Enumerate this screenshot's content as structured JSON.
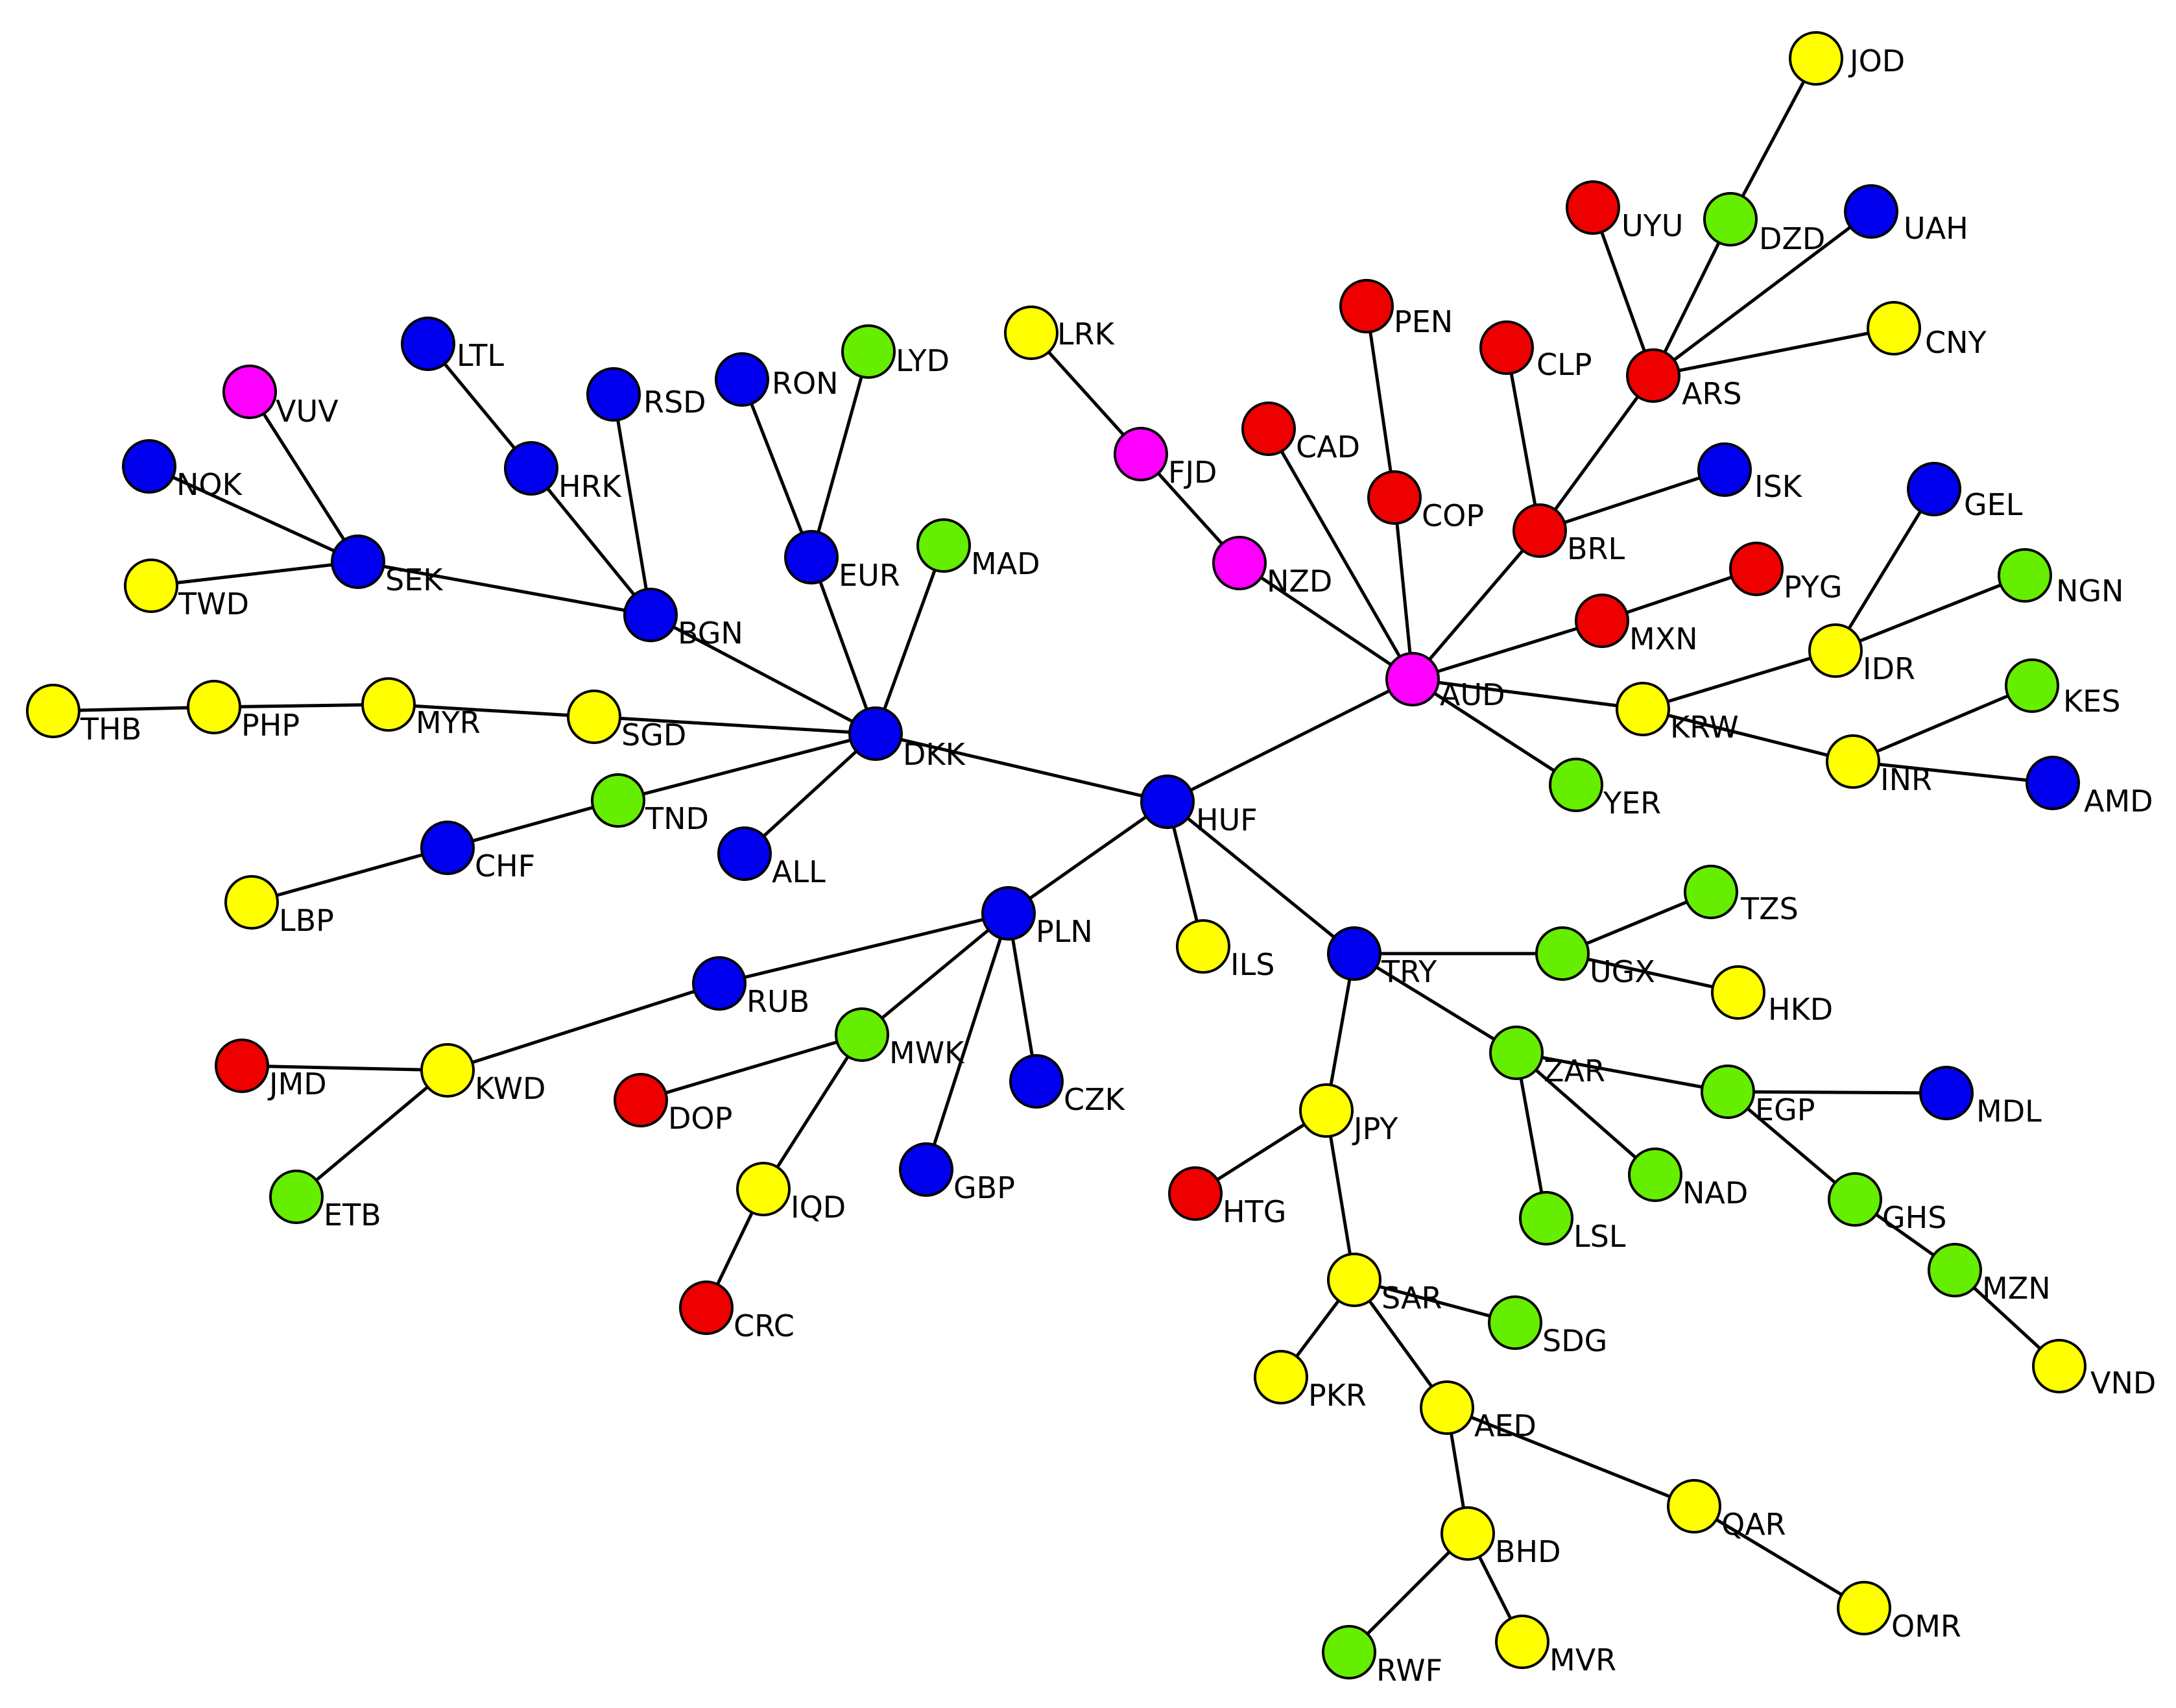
{
  "colors": {
    "blue": "#0000ee",
    "red": "#ee0000",
    "yellow": "#ffff00",
    "green": "#66ee00",
    "magenta": "#ff00ff"
  },
  "nodes": [
    {
      "id": "HUF",
      "color": "blue"
    },
    {
      "id": "DKK",
      "color": "blue"
    },
    {
      "id": "AUD",
      "color": "magenta"
    },
    {
      "id": "PLN",
      "color": "blue"
    },
    {
      "id": "TRY",
      "color": "blue"
    },
    {
      "id": "ILS",
      "color": "yellow"
    },
    {
      "id": "EUR",
      "color": "blue"
    },
    {
      "id": "RON",
      "color": "blue"
    },
    {
      "id": "LYD",
      "color": "green"
    },
    {
      "id": "MAD",
      "color": "green"
    },
    {
      "id": "BGN",
      "color": "blue"
    },
    {
      "id": "HRK",
      "color": "blue"
    },
    {
      "id": "LTL",
      "color": "blue"
    },
    {
      "id": "RSD",
      "color": "blue"
    },
    {
      "id": "SEK",
      "color": "blue"
    },
    {
      "id": "VUV",
      "color": "magenta"
    },
    {
      "id": "NOK",
      "color": "blue"
    },
    {
      "id": "TWD",
      "color": "yellow"
    },
    {
      "id": "SGD",
      "color": "yellow"
    },
    {
      "id": "MYR",
      "color": "yellow"
    },
    {
      "id": "PHP",
      "color": "yellow"
    },
    {
      "id": "THB",
      "color": "yellow"
    },
    {
      "id": "TND",
      "color": "green"
    },
    {
      "id": "CHF",
      "color": "blue"
    },
    {
      "id": "LBP",
      "color": "yellow"
    },
    {
      "id": "ALL",
      "color": "blue"
    },
    {
      "id": "RUB",
      "color": "blue"
    },
    {
      "id": "KWD",
      "color": "yellow"
    },
    {
      "id": "JMD",
      "color": "red"
    },
    {
      "id": "ETB",
      "color": "green"
    },
    {
      "id": "MWK",
      "color": "green"
    },
    {
      "id": "DOP",
      "color": "red"
    },
    {
      "id": "IQD",
      "color": "yellow"
    },
    {
      "id": "CRC",
      "color": "red"
    },
    {
      "id": "CZK",
      "color": "blue"
    },
    {
      "id": "GBP",
      "color": "blue"
    },
    {
      "id": "NZD",
      "color": "magenta"
    },
    {
      "id": "FJD",
      "color": "magenta"
    },
    {
      "id": "LRK",
      "color": "yellow"
    },
    {
      "id": "CAD",
      "color": "red"
    },
    {
      "id": "COP",
      "color": "red"
    },
    {
      "id": "PEN",
      "color": "red"
    },
    {
      "id": "BRL",
      "color": "red"
    },
    {
      "id": "CLP",
      "color": "red"
    },
    {
      "id": "ISK",
      "color": "blue"
    },
    {
      "id": "ARS",
      "color": "red"
    },
    {
      "id": "UYU",
      "color": "red"
    },
    {
      "id": "DZD",
      "color": "green"
    },
    {
      "id": "JOD",
      "color": "yellow"
    },
    {
      "id": "UAH",
      "color": "blue"
    },
    {
      "id": "CNY",
      "color": "yellow"
    },
    {
      "id": "MXN",
      "color": "red"
    },
    {
      "id": "PYG",
      "color": "red"
    },
    {
      "id": "KRW",
      "color": "yellow"
    },
    {
      "id": "IDR",
      "color": "yellow"
    },
    {
      "id": "GEL",
      "color": "blue"
    },
    {
      "id": "NGN",
      "color": "green"
    },
    {
      "id": "INR",
      "color": "yellow"
    },
    {
      "id": "KES",
      "color": "green"
    },
    {
      "id": "AMD",
      "color": "blue"
    },
    {
      "id": "YER",
      "color": "green"
    },
    {
      "id": "UGX",
      "color": "green"
    },
    {
      "id": "TZS",
      "color": "green"
    },
    {
      "id": "HKD",
      "color": "yellow"
    },
    {
      "id": "ZAR",
      "color": "green"
    },
    {
      "id": "LSL",
      "color": "green"
    },
    {
      "id": "NAD",
      "color": "green"
    },
    {
      "id": "EGP",
      "color": "green"
    },
    {
      "id": "MDL",
      "color": "blue"
    },
    {
      "id": "GHS",
      "color": "green"
    },
    {
      "id": "MZN",
      "color": "green"
    },
    {
      "id": "VND",
      "color": "yellow"
    },
    {
      "id": "JPY",
      "color": "yellow"
    },
    {
      "id": "HTG",
      "color": "red"
    },
    {
      "id": "SAR",
      "color": "yellow"
    },
    {
      "id": "SDG",
      "color": "green"
    },
    {
      "id": "PKR",
      "color": "yellow"
    },
    {
      "id": "AED",
      "color": "yellow"
    },
    {
      "id": "QAR",
      "color": "yellow"
    },
    {
      "id": "OMR",
      "color": "yellow"
    },
    {
      "id": "BHD",
      "color": "yellow"
    },
    {
      "id": "RWF",
      "color": "green"
    },
    {
      "id": "MVR",
      "color": "yellow"
    }
  ],
  "edges": [
    [
      "HUF",
      "DKK"
    ],
    [
      "HUF",
      "AUD"
    ],
    [
      "HUF",
      "PLN"
    ],
    [
      "HUF",
      "TRY"
    ],
    [
      "HUF",
      "ILS"
    ],
    [
      "DKK",
      "EUR"
    ],
    [
      "EUR",
      "RON"
    ],
    [
      "EUR",
      "LYD"
    ],
    [
      "DKK",
      "MAD"
    ],
    [
      "DKK",
      "BGN"
    ],
    [
      "BGN",
      "HRK"
    ],
    [
      "HRK",
      "LTL"
    ],
    [
      "BGN",
      "RSD"
    ],
    [
      "BGN",
      "SEK"
    ],
    [
      "SEK",
      "VUV"
    ],
    [
      "SEK",
      "NOK"
    ],
    [
      "SEK",
      "TWD"
    ],
    [
      "DKK",
      "SGD"
    ],
    [
      "SGD",
      "MYR"
    ],
    [
      "MYR",
      "PHP"
    ],
    [
      "PHP",
      "THB"
    ],
    [
      "DKK",
      "TND"
    ],
    [
      "TND",
      "CHF"
    ],
    [
      "CHF",
      "LBP"
    ],
    [
      "DKK",
      "ALL"
    ],
    [
      "PLN",
      "RUB"
    ],
    [
      "RUB",
      "KWD"
    ],
    [
      "KWD",
      "JMD"
    ],
    [
      "KWD",
      "ETB"
    ],
    [
      "PLN",
      "MWK"
    ],
    [
      "MWK",
      "DOP"
    ],
    [
      "MWK",
      "IQD"
    ],
    [
      "IQD",
      "CRC"
    ],
    [
      "PLN",
      "CZK"
    ],
    [
      "PLN",
      "GBP"
    ],
    [
      "AUD",
      "NZD"
    ],
    [
      "NZD",
      "FJD"
    ],
    [
      "FJD",
      "LRK"
    ],
    [
      "AUD",
      "CAD"
    ],
    [
      "AUD",
      "COP"
    ],
    [
      "COP",
      "PEN"
    ],
    [
      "AUD",
      "BRL"
    ],
    [
      "BRL",
      "CLP"
    ],
    [
      "BRL",
      "ISK"
    ],
    [
      "BRL",
      "ARS"
    ],
    [
      "ARS",
      "UYU"
    ],
    [
      "ARS",
      "DZD"
    ],
    [
      "DZD",
      "JOD"
    ],
    [
      "ARS",
      "UAH"
    ],
    [
      "ARS",
      "CNY"
    ],
    [
      "AUD",
      "MXN"
    ],
    [
      "MXN",
      "PYG"
    ],
    [
      "AUD",
      "KRW"
    ],
    [
      "KRW",
      "IDR"
    ],
    [
      "IDR",
      "GEL"
    ],
    [
      "IDR",
      "NGN"
    ],
    [
      "KRW",
      "INR"
    ],
    [
      "INR",
      "KES"
    ],
    [
      "INR",
      "AMD"
    ],
    [
      "AUD",
      "YER"
    ],
    [
      "TRY",
      "UGX"
    ],
    [
      "UGX",
      "TZS"
    ],
    [
      "UGX",
      "HKD"
    ],
    [
      "TRY",
      "ZAR"
    ],
    [
      "ZAR",
      "LSL"
    ],
    [
      "ZAR",
      "NAD"
    ],
    [
      "ZAR",
      "EGP"
    ],
    [
      "EGP",
      "MDL"
    ],
    [
      "EGP",
      "GHS"
    ],
    [
      "GHS",
      "MZN"
    ],
    [
      "MZN",
      "VND"
    ],
    [
      "TRY",
      "JPY"
    ],
    [
      "JPY",
      "HTG"
    ],
    [
      "JPY",
      "SAR"
    ],
    [
      "SAR",
      "SDG"
    ],
    [
      "SAR",
      "PKR"
    ],
    [
      "SAR",
      "AED"
    ],
    [
      "AED",
      "QAR"
    ],
    [
      "QAR",
      "OMR"
    ],
    [
      "AED",
      "BHD"
    ],
    [
      "BHD",
      "RWF"
    ],
    [
      "BHD",
      "MVR"
    ]
  ]
}
